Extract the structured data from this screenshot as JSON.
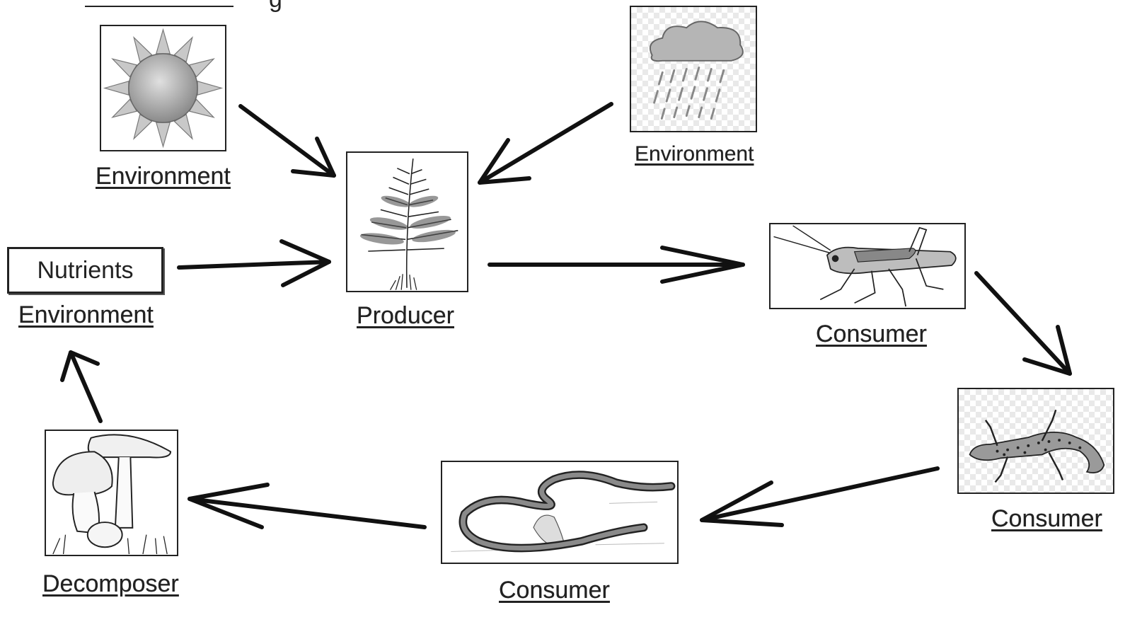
{
  "diagram": {
    "title_fragment": "g",
    "nodes": {
      "sun": {
        "label": "Environment",
        "icon": "sun-icon"
      },
      "rain": {
        "label": "Environment",
        "icon": "rain-cloud-icon"
      },
      "nutrients": {
        "box_text": "Nutrients",
        "label": "Environment"
      },
      "producer": {
        "label": "Producer",
        "icon": "fern-icon"
      },
      "grasshopper": {
        "label": "Consumer",
        "icon": "grasshopper-icon"
      },
      "lizard": {
        "label": "Consumer",
        "icon": "lizard-icon"
      },
      "snake": {
        "label": "Consumer",
        "icon": "snake-icon"
      },
      "decomposer": {
        "label": "Decomposer",
        "icon": "mushroom-icon"
      }
    },
    "edges": [
      {
        "from": "sun",
        "to": "producer"
      },
      {
        "from": "rain",
        "to": "producer"
      },
      {
        "from": "nutrients",
        "to": "producer"
      },
      {
        "from": "producer",
        "to": "grasshopper"
      },
      {
        "from": "grasshopper",
        "to": "lizard"
      },
      {
        "from": "lizard",
        "to": "snake"
      },
      {
        "from": "snake",
        "to": "decomposer"
      },
      {
        "from": "decomposer",
        "to": "nutrients"
      }
    ]
  }
}
